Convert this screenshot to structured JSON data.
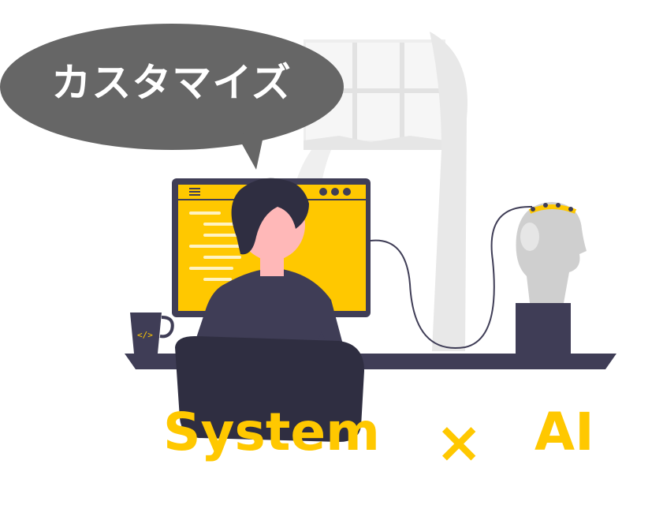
{
  "bubble": {
    "text": "カスタマイズ"
  },
  "caption": {
    "left": "System",
    "operator": "×",
    "right": "AI"
  },
  "colors": {
    "accent_yellow": "#ffc800",
    "dark_navy": "#3f3d56",
    "hair": "#2f2e41",
    "skin": "#ffb8b8",
    "bubble_gray": "#666666",
    "window_gray": "#e6e6e6",
    "head_gray": "#cfcfcf"
  },
  "icons": [
    "speech-bubble",
    "monitor",
    "coffee-mug",
    "code-icon",
    "brain-sensor-head",
    "cable"
  ]
}
